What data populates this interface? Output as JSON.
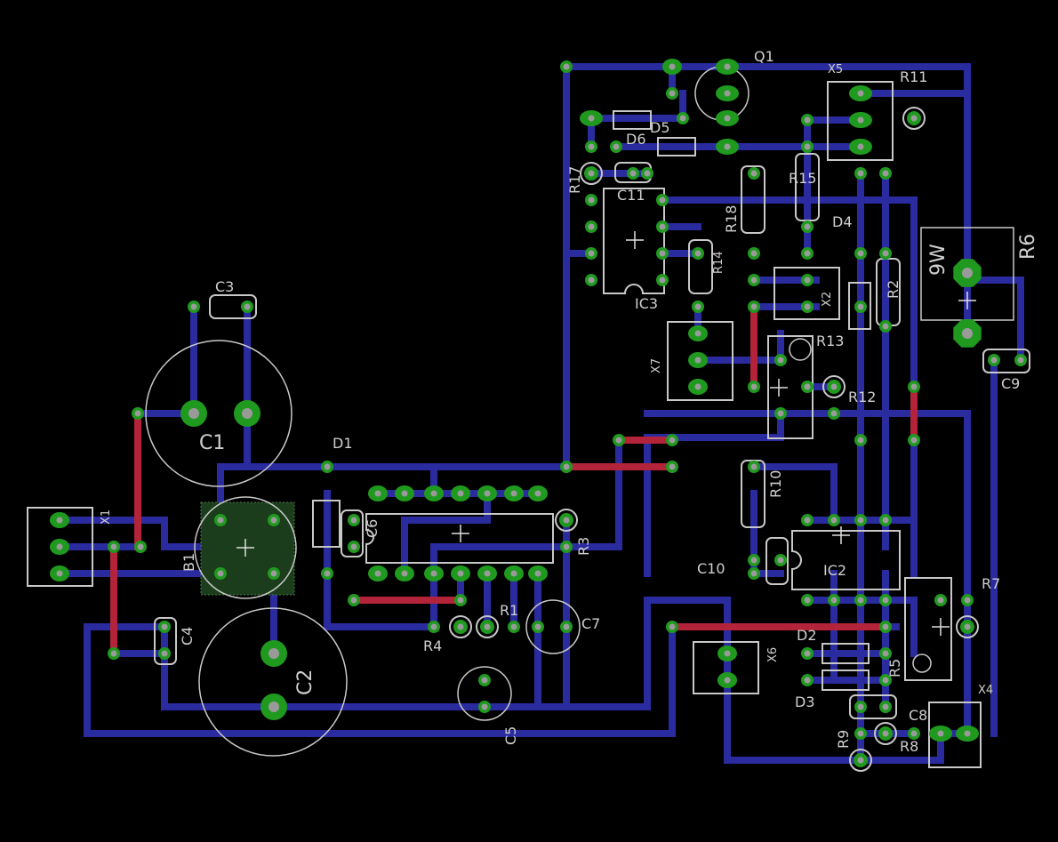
{
  "board": {
    "background": "#000000",
    "colors": {
      "top_trace": "#2b2ba0",
      "bottom_trace": "#b3243a",
      "pad": "#1f9a1f",
      "silkscreen": "#c8c8c8"
    }
  },
  "components": {
    "q1": "Q1",
    "x5": "X5",
    "r11": "R11",
    "d6": "D6",
    "d5": "D5",
    "r17": "R17",
    "c11": "C11",
    "r15": "R15",
    "r18": "R18",
    "d4": "D4",
    "r14": "R14",
    "ic3": "IC3",
    "x2": "X2",
    "r2": "R2",
    "r6": "R6",
    "r6_power": "9W",
    "r13": "R13",
    "x7": "X7",
    "r12": "R12",
    "c9": "C9",
    "c3": "C3",
    "c1": "C1",
    "d1": "D1",
    "r10": "R10",
    "x1": "X1",
    "b1": "B1",
    "c6": "C6",
    "r3": "R3",
    "c10": "C10",
    "ic2": "IC2",
    "r7": "R7",
    "c4": "C4",
    "r4": "R4",
    "r1": "R1",
    "c7": "C7",
    "c2": "C2",
    "x6": "X6",
    "d2": "D2",
    "d3": "D3",
    "r5": "R5",
    "x4": "X4",
    "c5": "C5",
    "c8": "C8",
    "r9": "R9",
    "r8": "R8"
  }
}
